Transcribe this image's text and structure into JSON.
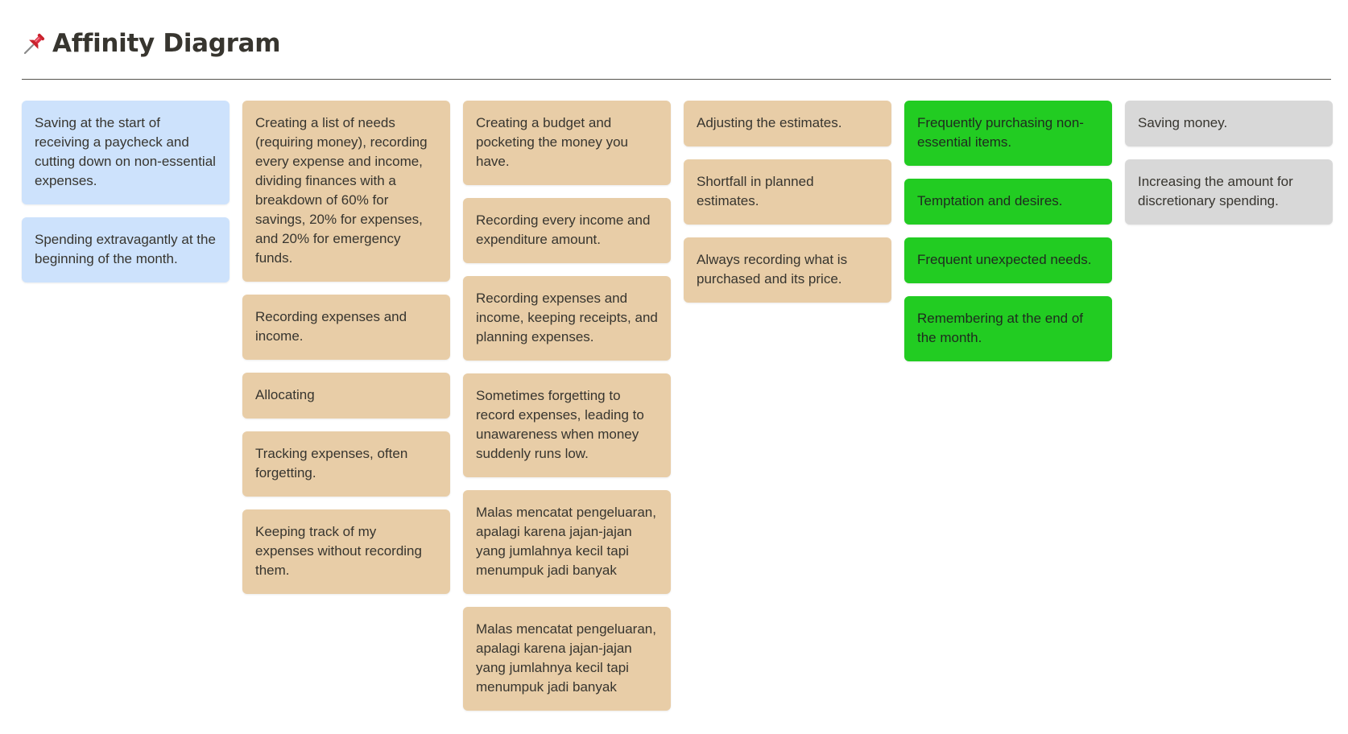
{
  "header": {
    "icon": "pushpin-icon",
    "title": "Affinity Diagram"
  },
  "colors": {
    "blue": "#cde2fc",
    "tan": "#e8cda7",
    "green": "#22cc22",
    "gray": "#d8d8d8"
  },
  "columns": [
    {
      "color": "blue",
      "cards": [
        "Saving at the start of receiving a paycheck and cutting down on non-essential expenses.",
        "Spending extravagantly at the beginning of the month."
      ]
    },
    {
      "color": "tan",
      "cards": [
        "Creating a list of needs (requiring money), recording every expense and income, dividing finances with a breakdown of 60% for savings, 20% for expenses, and 20% for emergency funds.",
        "Recording expenses and income.",
        "Allocating",
        "Tracking expenses, often forgetting.",
        "Keeping track of my expenses without recording them."
      ]
    },
    {
      "color": "tan",
      "cards": [
        "Creating a budget and pocketing the money you have.",
        "Recording every income and expenditure amount.",
        "Recording expenses and income, keeping receipts, and planning expenses.",
        "Sometimes forgetting to record expenses, leading to unawareness when money suddenly runs low.",
        "Malas mencatat pengeluaran, apalagi karena jajan-jajan yang jumlahnya kecil tapi menumpuk jadi banyak",
        "Malas mencatat pengeluaran, apalagi karena jajan-jajan yang jumlahnya kecil tapi menumpuk jadi banyak"
      ]
    },
    {
      "color": "tan",
      "cards": [
        "Adjusting the estimates.",
        "Shortfall in planned estimates.",
        "Always recording what is purchased and its price."
      ]
    },
    {
      "color": "green",
      "cards": [
        "Frequently purchasing non-essential items.",
        "Temptation and desires.",
        "Frequent unexpected needs.",
        "Remembering at the end of the month."
      ]
    },
    {
      "color": "gray",
      "cards": [
        "Saving money.",
        "Increasing the amount for discretionary spending."
      ]
    }
  ]
}
